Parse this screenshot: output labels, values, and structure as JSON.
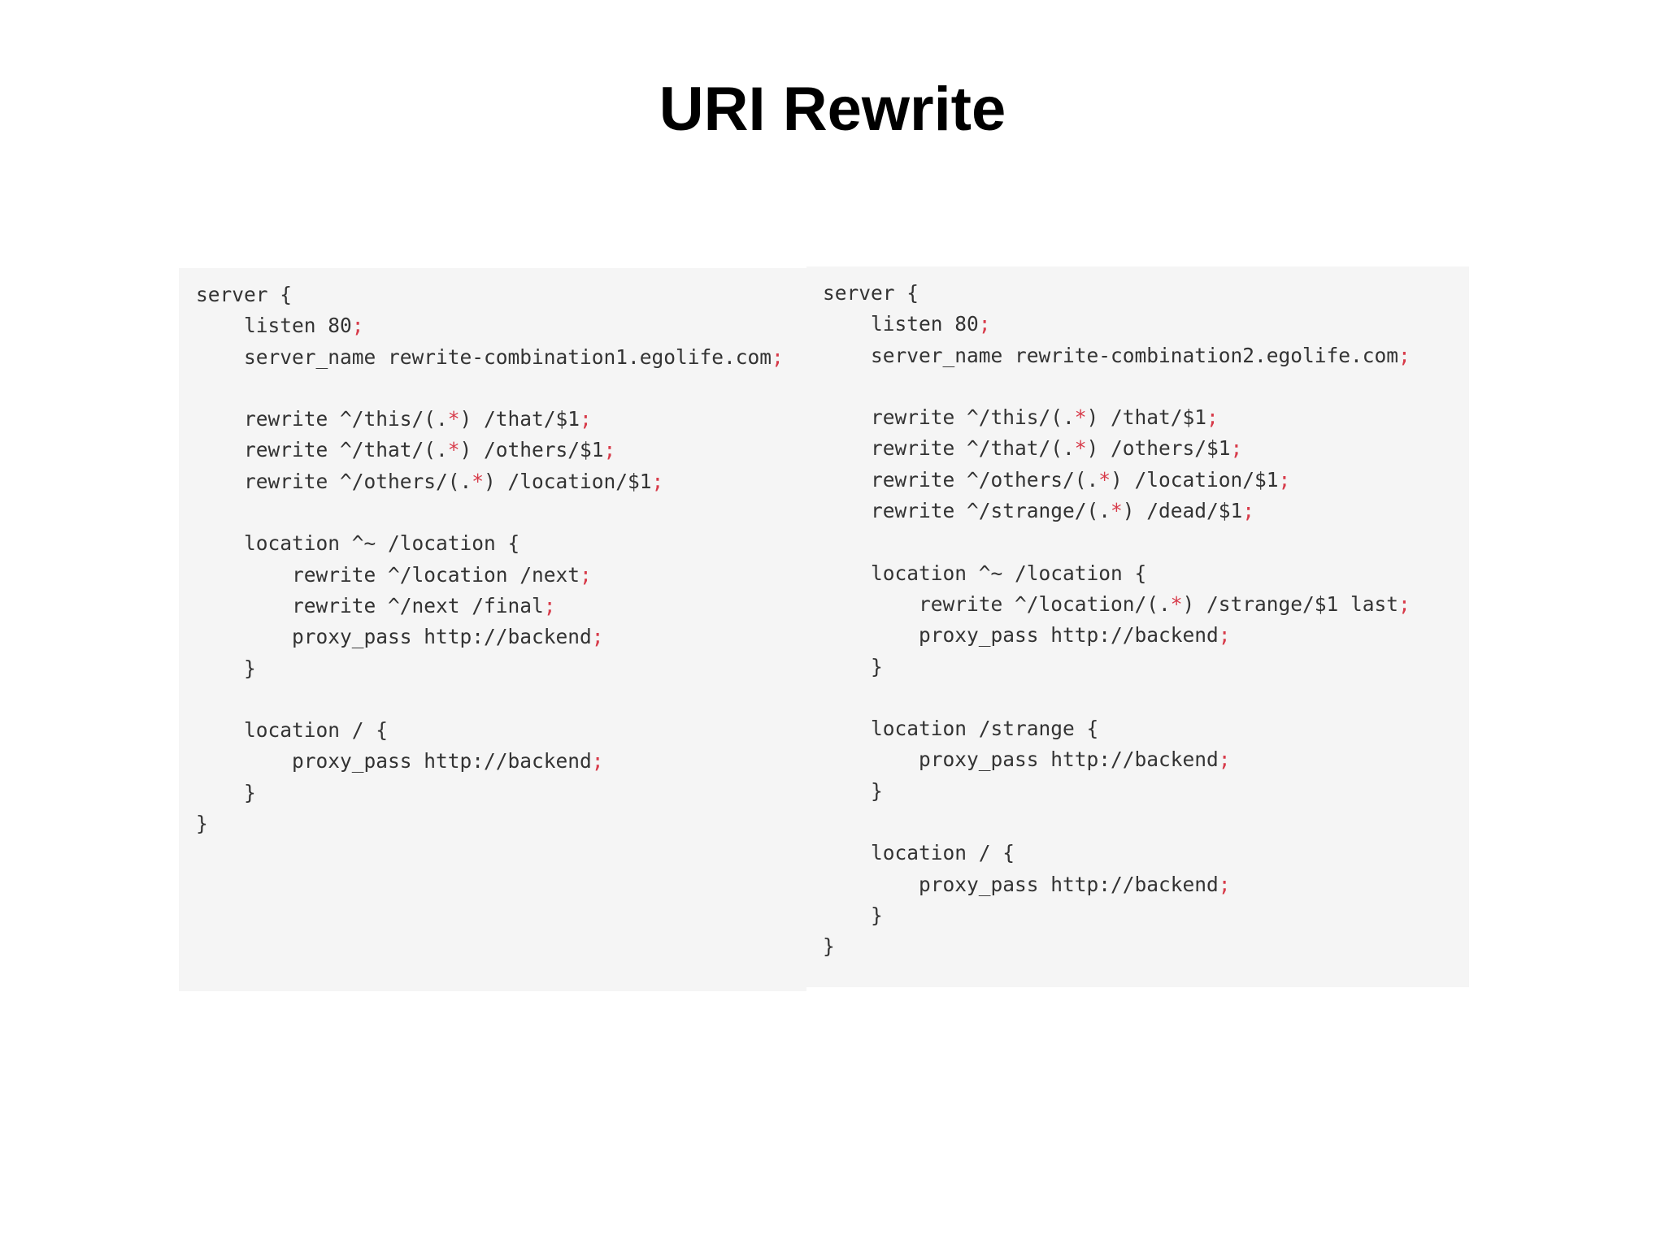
{
  "slide": {
    "title": "URI Rewrite"
  },
  "colors": {
    "background": "#ffffff",
    "panel": "#f5f5f5",
    "code_text": "#333333",
    "punctuation": "#d73a49"
  },
  "code_blocks": [
    {
      "lines": [
        "server {",
        "    listen 80;",
        "    server_name rewrite-combination1.egolife.com;",
        "",
        "    rewrite ^/this/(.*) /that/$1;",
        "    rewrite ^/that/(.*) /others/$1;",
        "    rewrite ^/others/(.*) /location/$1;",
        "",
        "    location ^~ /location {",
        "        rewrite ^/location /next;",
        "        rewrite ^/next /final;",
        "        proxy_pass http://backend;",
        "    }",
        "",
        "    location / {",
        "        proxy_pass http://backend;",
        "    }",
        "}"
      ]
    },
    {
      "lines": [
        "server {",
        "    listen 80;",
        "    server_name rewrite-combination2.egolife.com;",
        "",
        "    rewrite ^/this/(.*) /that/$1;",
        "    rewrite ^/that/(.*) /others/$1;",
        "    rewrite ^/others/(.*) /location/$1;",
        "    rewrite ^/strange/(.*) /dead/$1;",
        "",
        "    location ^~ /location {",
        "        rewrite ^/location/(.*) /strange/$1 last;",
        "        proxy_pass http://backend;",
        "    }",
        "",
        "    location /strange {",
        "        proxy_pass http://backend;",
        "    }",
        "",
        "    location / {",
        "        proxy_pass http://backend;",
        "    }",
        "}"
      ]
    }
  ]
}
